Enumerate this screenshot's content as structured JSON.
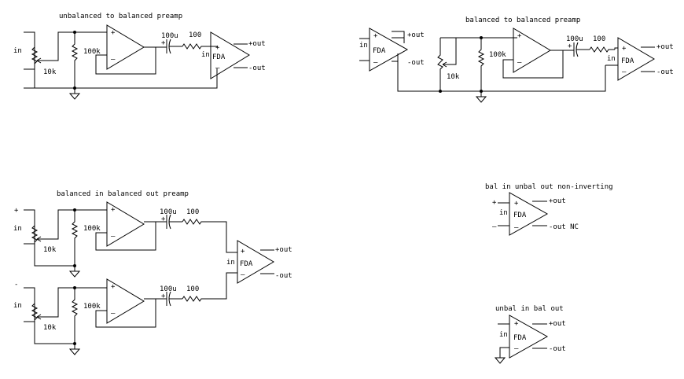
{
  "titles": {
    "unbal_to_bal": "unbalanced to balanced preamp",
    "bal_to_bal": "balanced to balanced preamp",
    "bal_in_bal_out": "balanced in balanced out preamp",
    "bal_in_unbal_out": "bal in unbal out non-inverting",
    "unbal_in_bal_out": "unbal in bal out"
  },
  "labels": {
    "in": "in",
    "plus": "+",
    "minus": "–",
    "minus_in": "-",
    "pot": "10k",
    "res_100k": "100k",
    "cap": "100u",
    "res_100": "100",
    "fda": "FDA",
    "out_pos": "+out",
    "out_neg": "-out",
    "out_neg_nc": "-out NC",
    "cap_pol": "+"
  }
}
